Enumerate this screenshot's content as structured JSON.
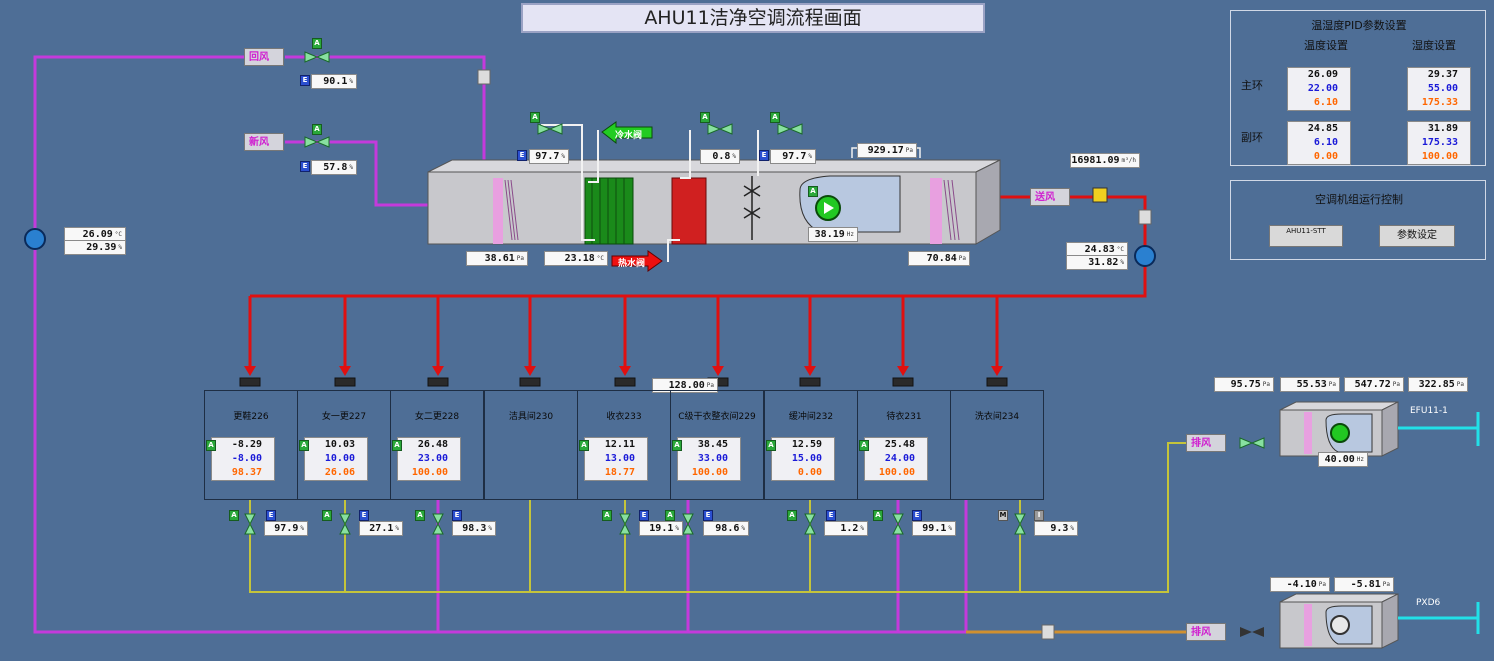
{
  "title": "AHU11洁净空调流程画面",
  "labels": {
    "return_air": "回风",
    "fresh_air": "新风",
    "chilled_water": "冷水阀",
    "hot_water": "热水阀",
    "supply_air": "送风",
    "exhaust_air_1": "排风",
    "exhaust_air_2": "排风",
    "efu_name": "EFU11-1",
    "pxd_name": "PXD6"
  },
  "readouts": {
    "return_damper": {
      "value": "90.1",
      "unit": "%"
    },
    "fresh_damper": {
      "value": "57.8",
      "unit": "%"
    },
    "left_temp": {
      "value": "26.09",
      "unit": "°C"
    },
    "left_hum": {
      "value": "29.39",
      "unit": "%"
    },
    "chilled_valve": {
      "value": "97.7",
      "unit": "%"
    },
    "hot_valve": {
      "value": "0.8",
      "unit": "%"
    },
    "humid_valve": {
      "value": "97.7",
      "unit": "%"
    },
    "fan_pressure": {
      "value": "929.17",
      "unit": "Pa"
    },
    "filter1_dp": {
      "value": "38.61",
      "unit": "Pa"
    },
    "coil_temp": {
      "value": "23.18",
      "unit": "°C"
    },
    "fan_freq": {
      "value": "38.19",
      "unit": "Hz"
    },
    "filter3_dp": {
      "value": "70.84",
      "unit": "Pa"
    },
    "supply_flow": {
      "value": "16981.09",
      "unit": "m³/h"
    },
    "supply_temp": {
      "value": "24.83",
      "unit": "°C"
    },
    "supply_hum": {
      "value": "31.82",
      "unit": "%"
    },
    "room_229_pressure": {
      "value": "128.00",
      "unit": "Pa"
    },
    "efu_p1": {
      "value": "95.75",
      "unit": "Pa"
    },
    "efu_p2": {
      "value": "55.53",
      "unit": "Pa"
    },
    "efu_p3": {
      "value": "547.72",
      "unit": "Pa"
    },
    "efu_p4": {
      "value": "322.85",
      "unit": "Pa"
    },
    "efu_freq": {
      "value": "40.00",
      "unit": "Hz"
    },
    "pxd_p1": {
      "value": "-4.10",
      "unit": "Pa"
    },
    "pxd_p2": {
      "value": "-5.81",
      "unit": "Pa"
    }
  },
  "rooms": [
    {
      "name": "更鞋226",
      "pv": "-8.29",
      "sp": "-8.00",
      "out": "98.37"
    },
    {
      "name": "女一更227",
      "pv": "10.03",
      "sp": "10.00",
      "out": "26.06"
    },
    {
      "name": "女二更228",
      "pv": "26.48",
      "sp": "23.00",
      "out": "100.00"
    },
    {
      "name": "洁具间230",
      "pv": "",
      "sp": "",
      "out": ""
    },
    {
      "name": "收衣233",
      "pv": "12.11",
      "sp": "13.00",
      "out": "18.77"
    },
    {
      "name": "C级干衣整衣间229",
      "pv": "38.45",
      "sp": "33.00",
      "out": "100.00"
    },
    {
      "name": "缓冲间232",
      "pv": "12.59",
      "sp": "15.00",
      "out": "0.00"
    },
    {
      "name": "待衣231",
      "pv": "25.48",
      "sp": "24.00",
      "out": "100.00"
    },
    {
      "name": "洗衣间234",
      "pv": "",
      "sp": "",
      "out": ""
    }
  ],
  "room_valves": [
    {
      "value": "97.9",
      "unit": "%"
    },
    {
      "value": "27.1",
      "unit": "%"
    },
    {
      "value": "98.3",
      "unit": "%"
    },
    {
      "value": "19.1",
      "unit": "%"
    },
    {
      "value": "98.6",
      "unit": "%"
    },
    {
      "value": "1.2",
      "unit": "%"
    },
    {
      "value": "99.1",
      "unit": "%"
    },
    {
      "value": "9.3",
      "unit": "%"
    }
  ],
  "pid_panel": {
    "title": "温湿度PID参数设置",
    "col_temp": "温度设置",
    "col_hum": "湿度设置",
    "row_main": "主环",
    "row_sub": "副环",
    "main_temp": {
      "pv": "26.09",
      "sp": "22.00",
      "out": "6.10"
    },
    "main_hum": {
      "pv": "29.37",
      "sp": "55.00",
      "out": "175.33"
    },
    "sub_temp": {
      "pv": "24.85",
      "sp": "6.10",
      "out": "0.00"
    },
    "sub_hum": {
      "pv": "31.89",
      "sp": "175.33",
      "out": "100.00"
    }
  },
  "control_panel": {
    "title": "空调机组运行控制",
    "switch_label": "AHU11-STT",
    "param_button": "参数设定"
  },
  "colors": {
    "background": "#4e6e96",
    "supply_red": "#e01010",
    "return_purple": "#c43adc",
    "drain_yellow": "#c4c43a",
    "exhaust_cyan": "#22e0e8"
  }
}
